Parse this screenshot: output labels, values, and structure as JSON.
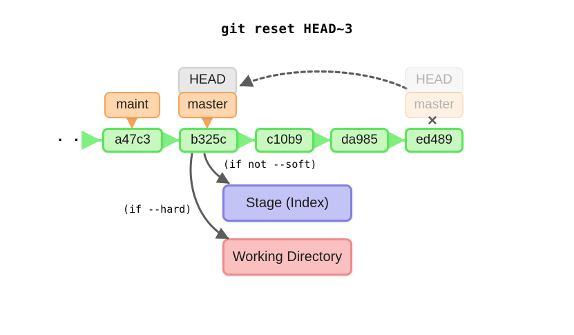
{
  "title": "git reset HEAD~3",
  "background_color": "#ffffff",
  "colors": {
    "commit_fill": "#c9f7c0",
    "commit_border": "#5ae45a",
    "branch_fill": "#ffd6ad",
    "branch_border": "#f5a35a",
    "head_fill": "#e8e8e8",
    "head_border": "#cfcfcf",
    "stage_fill": "#c3c3f5",
    "stage_border": "#8080e0",
    "workdir_fill": "#fac0c0",
    "workdir_border": "#f08a8a",
    "arrow_gray": "#5c5c5c",
    "arrow_green": "#7ff07f",
    "arrow_orange": "#f5a35a",
    "text": "#1a1a1a"
  },
  "commits": [
    {
      "id": "a47c3",
      "label": "a47c3"
    },
    {
      "id": "b325c",
      "label": "b325c"
    },
    {
      "id": "c10b9",
      "label": "c10b9"
    },
    {
      "id": "da985",
      "label": "da985"
    },
    {
      "id": "ed489",
      "label": "ed489"
    }
  ],
  "ellipsis": "· · ·",
  "labels": {
    "maint": "maint",
    "master": "master",
    "head": "HEAD",
    "ghost_head": "HEAD",
    "ghost_master": "master",
    "cross_mark": "✕"
  },
  "areas": {
    "stage": "Stage (Index)",
    "working_directory": "Working Directory"
  },
  "annotations": {
    "if_not_soft": "(if not --soft)",
    "if_hard": "(if --hard)"
  }
}
